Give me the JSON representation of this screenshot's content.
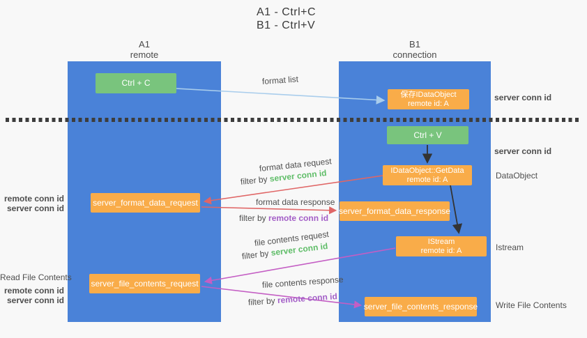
{
  "title": {
    "line1": "A1 - Ctrl+C",
    "line2": "B1 - Ctrl+V"
  },
  "columns": {
    "left": {
      "name": "A1",
      "role": "remote"
    },
    "right": {
      "name": "B1",
      "role": "connection"
    }
  },
  "nodes": {
    "ctrl_c": "Ctrl + C",
    "save_idataobject": {
      "line1": "保存IDataObject",
      "line2": "remote id: A"
    },
    "ctrl_v": "Ctrl + V",
    "getdata": {
      "line1": "IDataObject::GetData",
      "line2": "remote id: A"
    },
    "format_request": "server_format_data_request",
    "format_response": "server_format_data_response",
    "istream": {
      "line1": "IStream",
      "line2": "remote id: A"
    },
    "file_request": "server_file_contents_request",
    "file_response": "server_file_contents_response"
  },
  "edge_labels": {
    "format_list": "format list",
    "format_data_request": "format data request",
    "format_data_response": "format data response",
    "file_contents_request": "file contents request",
    "file_contents_response": "file contents response",
    "filter_by": "filter by",
    "server_conn_id": "server conn id",
    "remote_conn_id": "remote conn id"
  },
  "side_labels": {
    "right": {
      "server_conn_id_top": "server conn id",
      "server_conn_id_mid": "server conn id",
      "dataobject": "DataObject",
      "istream": "Istream",
      "write_file_contents": "Write File Contents"
    },
    "left": {
      "remote_conn_id_1": "remote conn id",
      "server_conn_id_1": "server conn id",
      "read_file_contents": "Read File Contents",
      "remote_conn_id_2": "remote conn id",
      "server_conn_id_2": "server conn id"
    }
  },
  "colors": {
    "column_blue": "#4a82d8",
    "node_green": "#79c47d",
    "node_orange": "#f9ac49",
    "arrow_blue": "#a9cdec",
    "arrow_red": "#e06666",
    "arrow_magenta": "#c45ec4",
    "arrow_black": "#333333",
    "label_green": "#5fbd68",
    "label_purple": "#a35ec7"
  }
}
